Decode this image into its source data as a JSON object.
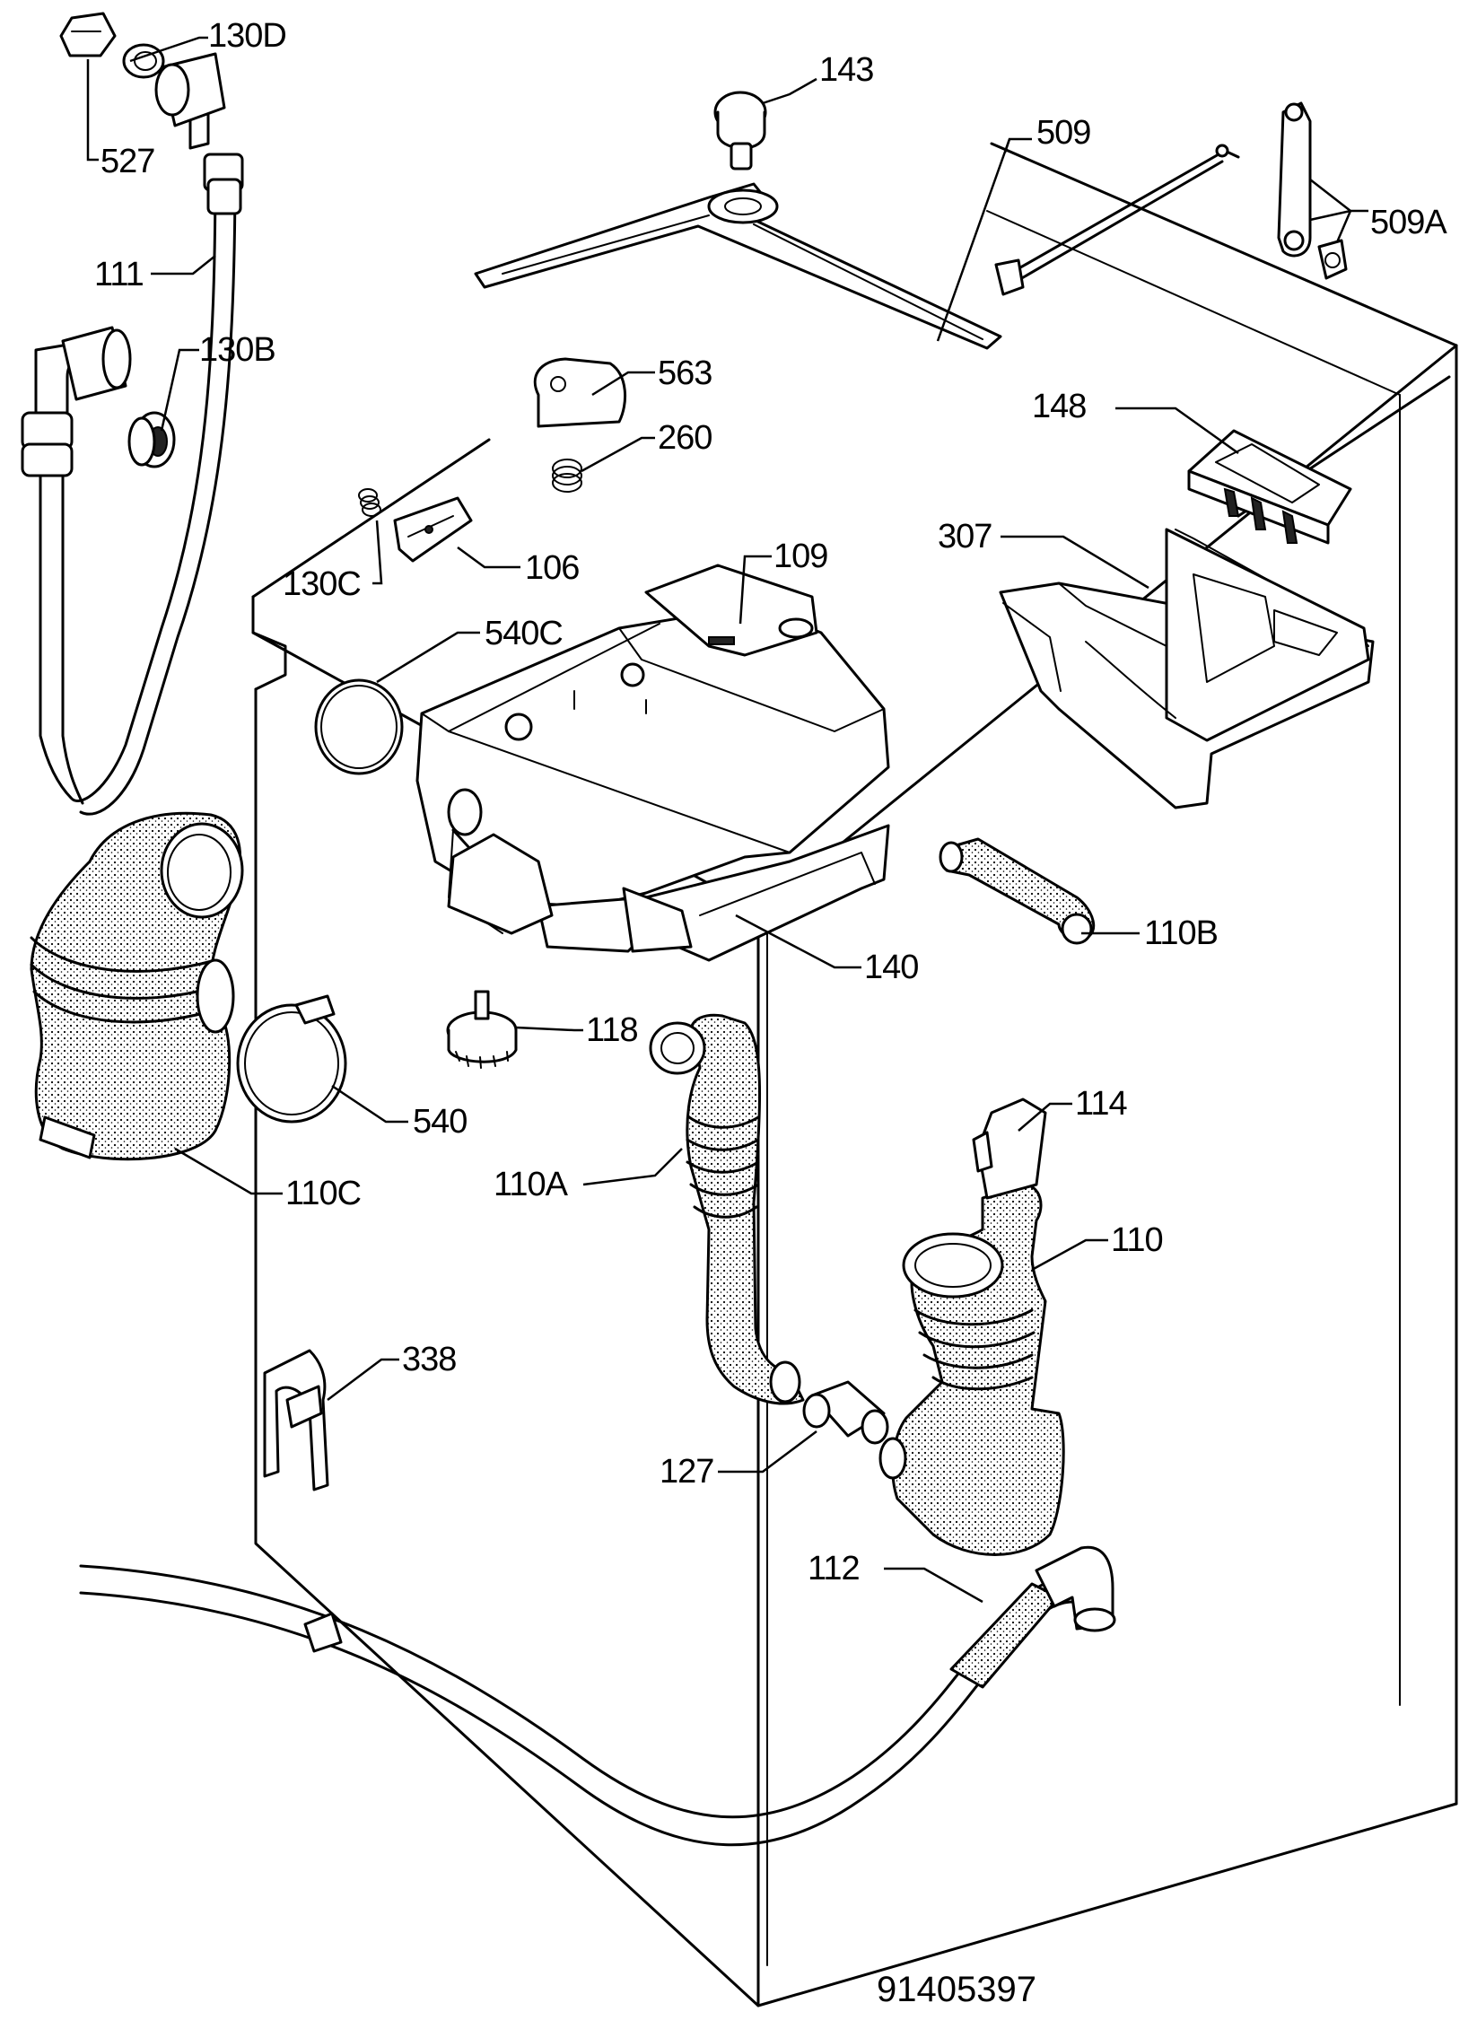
{
  "diagram": {
    "drawing_number": "91405397",
    "labels": {
      "p130D": "130D",
      "p527": "527",
      "p111": "111",
      "p130B": "130B",
      "p143": "143",
      "p509": "509",
      "p509A": "509A",
      "p563": "563",
      "p260": "260",
      "p148": "148",
      "p106": "106",
      "p130C": "130C",
      "p109": "109",
      "p307": "307",
      "p540C": "540C",
      "p110B": "110B",
      "p140": "140",
      "p118": "118",
      "p114": "114",
      "p540": "540",
      "p110C": "110C",
      "p110A": "110A",
      "p110": "110",
      "p338": "338",
      "p127": "127",
      "p112": "112"
    }
  }
}
